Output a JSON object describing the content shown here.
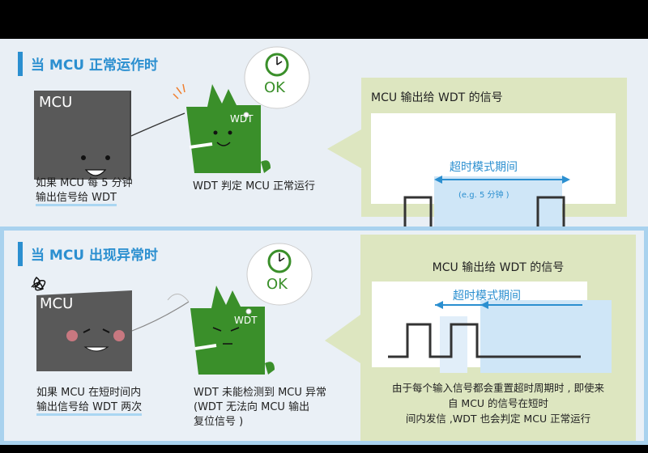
{
  "colors": {
    "blue": "#2b8fd0",
    "green": "#3a8f2a",
    "gray": "#5a5a5a",
    "panel_green": "#dde6c0"
  },
  "normal": {
    "heading": "当 MCU 正常运作时",
    "mcu_label": "MCU",
    "wdt_label": "WDT",
    "ok_label": "OK",
    "mcu_caption_1": "如果 MCU 每 5 分钟",
    "mcu_caption_2": "输出信号给 WDT",
    "wdt_caption": "WDT 判定 MCU 正常运行",
    "box_title": "MCU 输出给 WDT 的信号",
    "timeout_label": "超时模式期间",
    "example_label": "(e.g. 5 分钟 )"
  },
  "abnormal": {
    "heading": "当 MCU 出现异常时",
    "mcu_label": "MCU",
    "wdt_label": "WDT",
    "ok_label": "OK",
    "mcu_caption_1": "如果 MCU 在短时间内",
    "mcu_caption_2": "输出信号给 WDT 两次",
    "wdt_caption_1": "WDT 未能检测到 MCU 异常",
    "wdt_caption_2": "(WDT 无法向 MCU 输出",
    "wdt_caption_3": "复位信号 )",
    "box_title": "MCU 输出给 WDT 的信号",
    "timeout_label": "超时模式期间",
    "note_1": "由于每个输入信号都会重置超时周期时 , 即使来",
    "note_2": "自 MCU 的信号在短时",
    "note_3": "间内发信 ,WDT 也会判定 MCU 正常运行"
  }
}
